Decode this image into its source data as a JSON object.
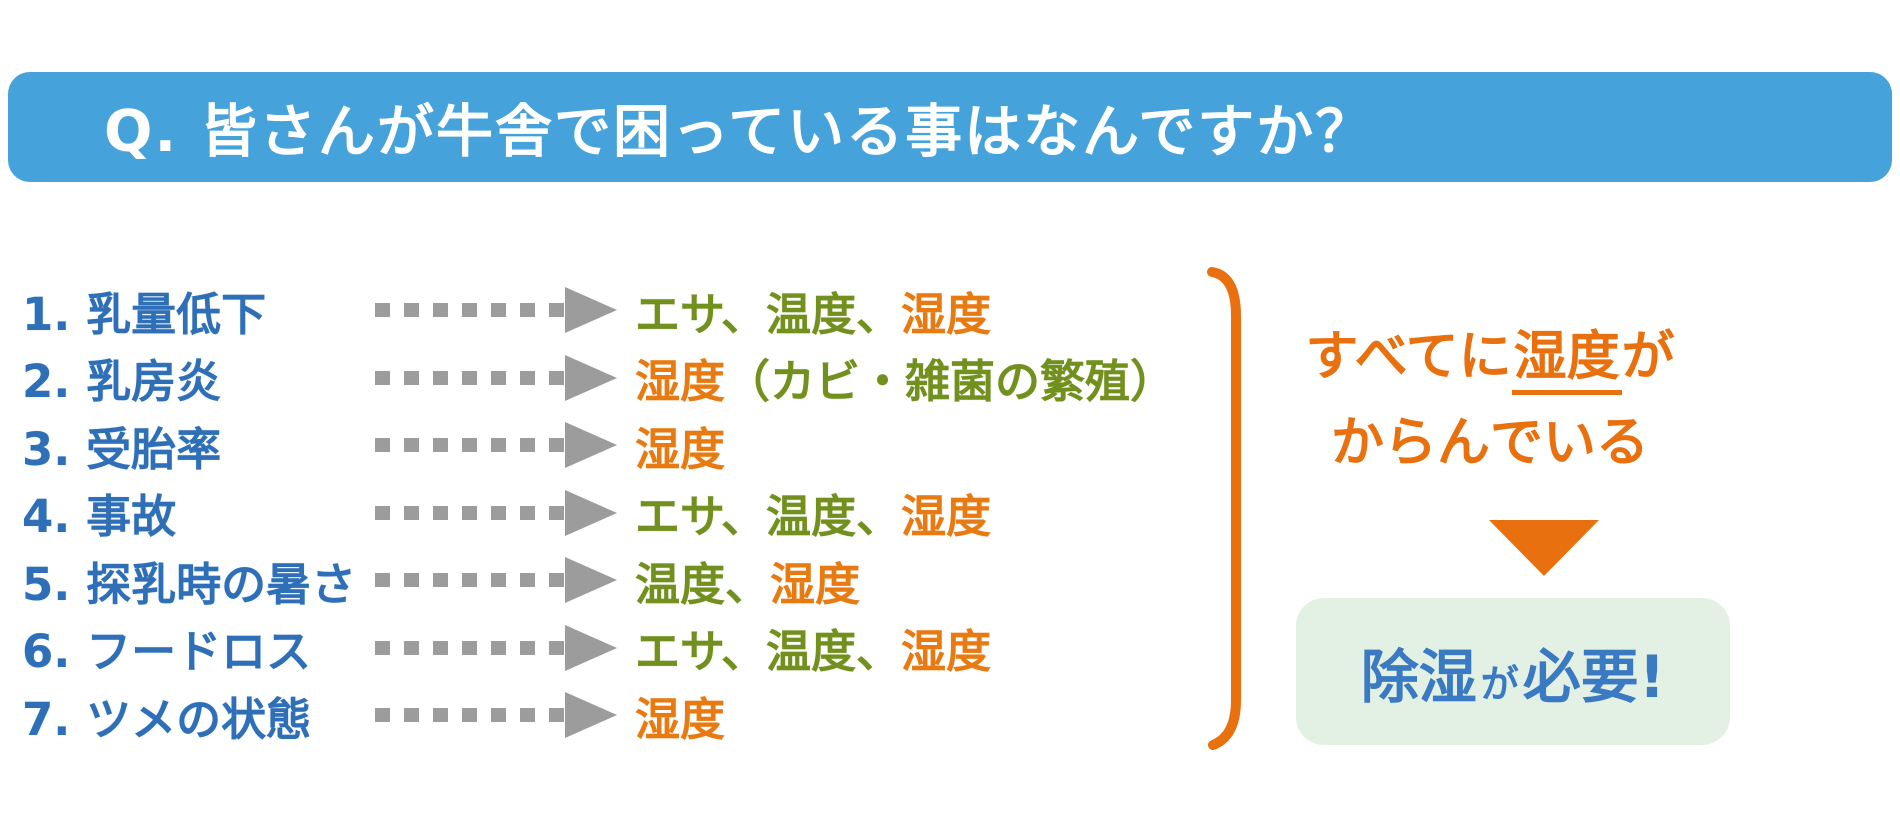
{
  "colors": {
    "header_blue": "#45A2DB",
    "title_white": "#FFFFFF",
    "list_blue": "#2E6FB7",
    "arrow_gray": "#9C9C9C",
    "factor_green": "#71901E",
    "factor_orange": "#E87A12",
    "accent_orange": "#E9700F",
    "box_bg": "#E3F0E4",
    "box_blue": "#3A7AC2"
  },
  "header": {
    "title": "Q. 皆さんが牛舎で困っている事はなんですか？"
  },
  "problems": {
    "arrow_icon": "dashed-right-arrow",
    "rows": [
      {
        "label": "1. 乳量低下",
        "factors": [
          {
            "text": "エサ、温度、",
            "color": "green"
          },
          {
            "text": "湿度",
            "color": "orange"
          }
        ]
      },
      {
        "label": "2. 乳房炎",
        "factors": [
          {
            "text": "湿度",
            "color": "orange"
          },
          {
            "text": "（カビ・雑菌の繁殖）",
            "color": "green"
          }
        ]
      },
      {
        "label": "3. 受胎率",
        "factors": [
          {
            "text": "湿度",
            "color": "orange"
          }
        ]
      },
      {
        "label": "4. 事故",
        "factors": [
          {
            "text": "エサ、温度、",
            "color": "green"
          },
          {
            "text": "湿度",
            "color": "orange"
          }
        ]
      },
      {
        "label": "5. 探乳時の暑さ",
        "factors": [
          {
            "text": "温度、",
            "color": "green"
          },
          {
            "text": "湿度",
            "color": "orange"
          }
        ]
      },
      {
        "label": "6. フードロス",
        "factors": [
          {
            "text": "エサ、温度、",
            "color": "green"
          },
          {
            "text": "湿度",
            "color": "orange"
          }
        ]
      },
      {
        "label": "7. ツメの状態",
        "factors": [
          {
            "text": "湿度",
            "color": "orange"
          }
        ]
      }
    ]
  },
  "conclusion": {
    "bracket_icon": "right-round-bracket",
    "line1_pre": "すべてに",
    "line1_underlined": "湿度",
    "line1_post": "が",
    "line2": "からんでいる",
    "down_arrow_icon": "down-triangle",
    "box": {
      "big1": "除湿",
      "small": "が",
      "big2": "必要!"
    }
  }
}
